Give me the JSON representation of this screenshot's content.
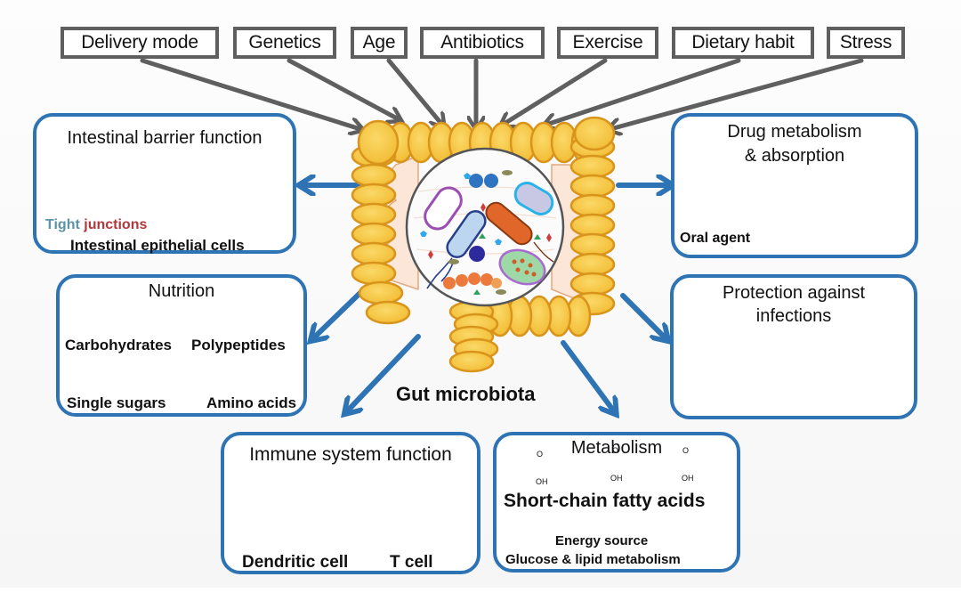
{
  "figure": {
    "center_label": "Gut microbiota",
    "factors": [
      "Delivery mode",
      "Genetics",
      "Age",
      "Antibiotics",
      "Exercise",
      "Dietary habit",
      "Stress"
    ],
    "colors": {
      "arrow_blue": "#2e74b5",
      "factor_border": "#5f5f5f",
      "gut_fill": "#f6c642",
      "gut_outline": "#d9941c"
    },
    "panels": {
      "barrier": {
        "title": "Intestinal barrier function",
        "tight_junctions": "Tight junctions",
        "cells_label": "Intestinal epithelial cells"
      },
      "drug": {
        "title_line1": "Drug metabolism",
        "title_line2": "& absorption",
        "oral_agent": "Oral agent"
      },
      "nutrition": {
        "title": "Nutrition",
        "carbohydrates": "Carbohydrates",
        "polypeptides": "Polypeptides",
        "single_sugars": "Single sugars",
        "amino_acids": "Amino acids"
      },
      "protection": {
        "title_line1": "Protection against",
        "title_line2": "infections"
      },
      "immune": {
        "title": "Immune system function",
        "dendritic": "Dendritic cell",
        "tcell": "T cell"
      },
      "metabolism": {
        "title": "Metabolism",
        "oh": "OH",
        "o": "O",
        "scfa": "Short-chain fatty acids",
        "energy": "Energy source",
        "glucose": "Glucose & lipid metabolism"
      }
    }
  }
}
